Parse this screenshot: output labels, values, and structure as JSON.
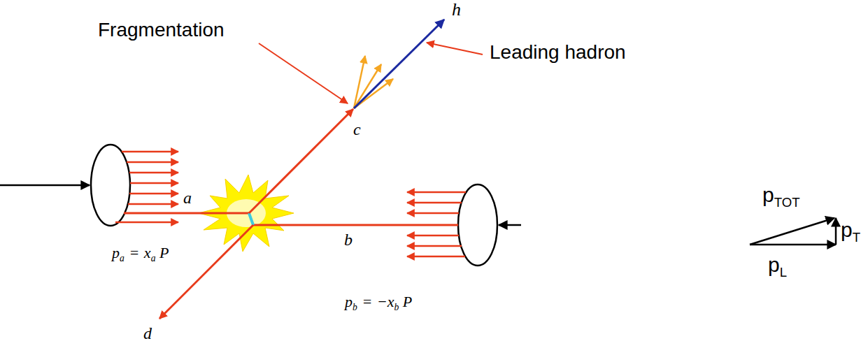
{
  "diagram": {
    "labels": [
      "h",
      "Leading hadron",
      "Fragmentation",
      "c",
      "a",
      "b",
      "d",
      "p",
      "a",
      "=",
      "x",
      "a",
      "P",
      "p",
      "b",
      "=",
      "−x",
      "b",
      "P",
      "p",
      "TOT",
      "p",
      "T",
      "p",
      "L"
    ]
  }
}
